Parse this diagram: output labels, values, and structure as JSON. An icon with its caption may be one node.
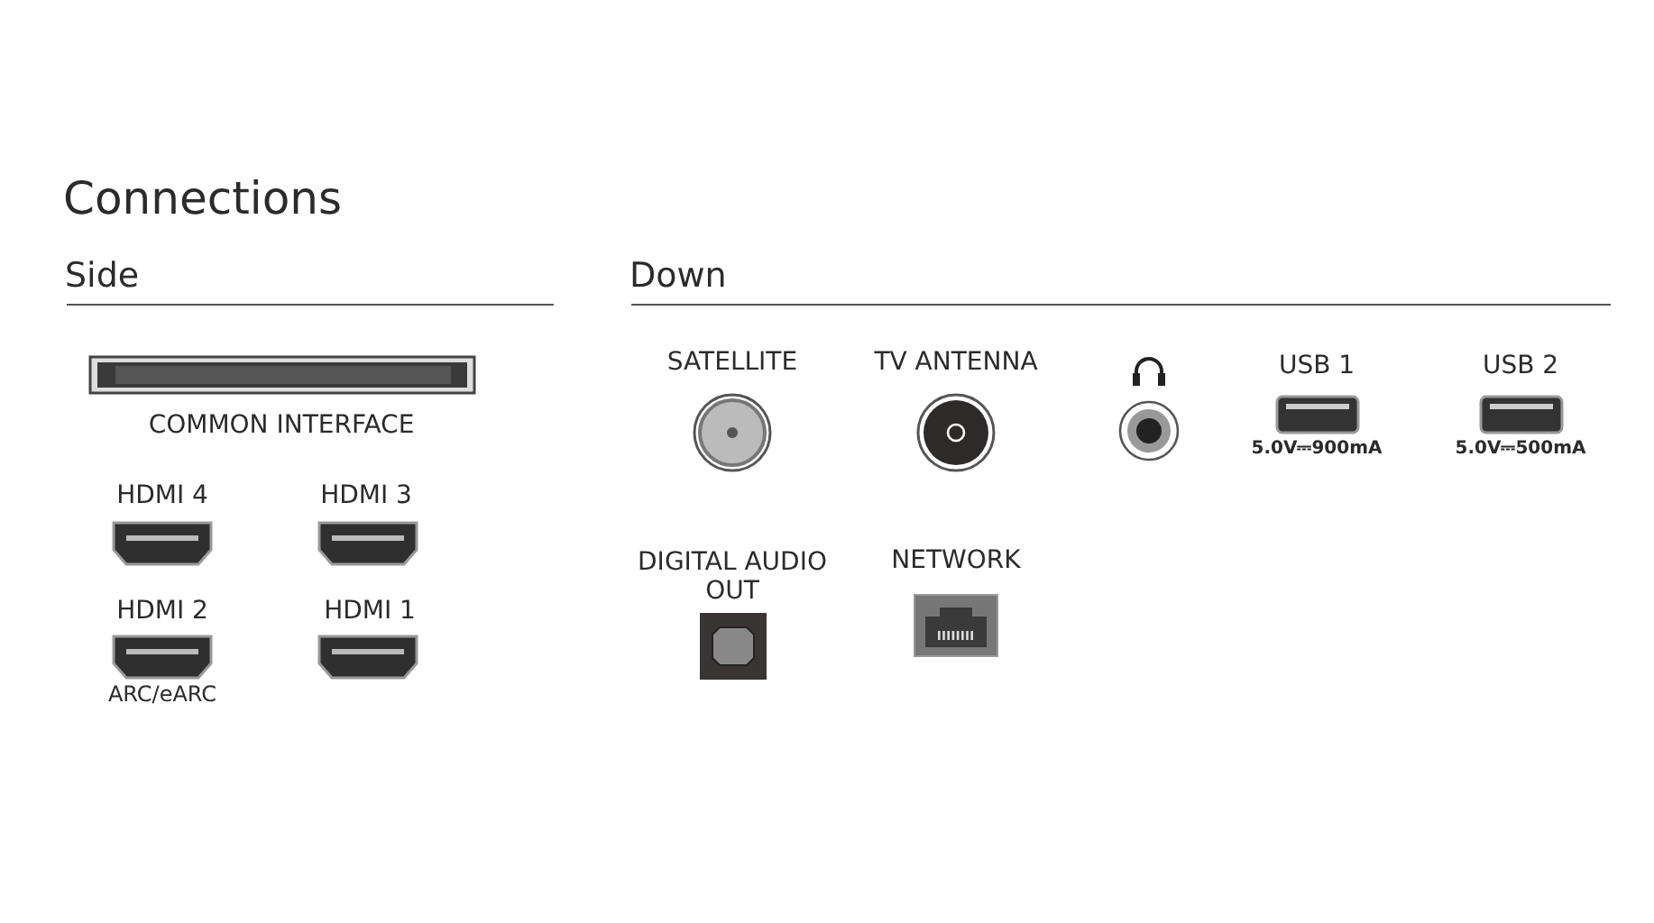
{
  "diagram": {
    "title": "Connections",
    "labels": [
      "Side",
      "Down",
      "COMMON INTERFACE",
      "HDMI 4",
      "HDMI 3",
      "HDMI 2",
      "HDMI 1",
      "ARC/eARC",
      "SATELLITE",
      "TV ANTENNA",
      "USB 1",
      "USB 2",
      "5.0V⎓900mA",
      "5.0V⎓500mA",
      "DIGITAL AUDIO OUT",
      "NETWORK"
    ]
  }
}
